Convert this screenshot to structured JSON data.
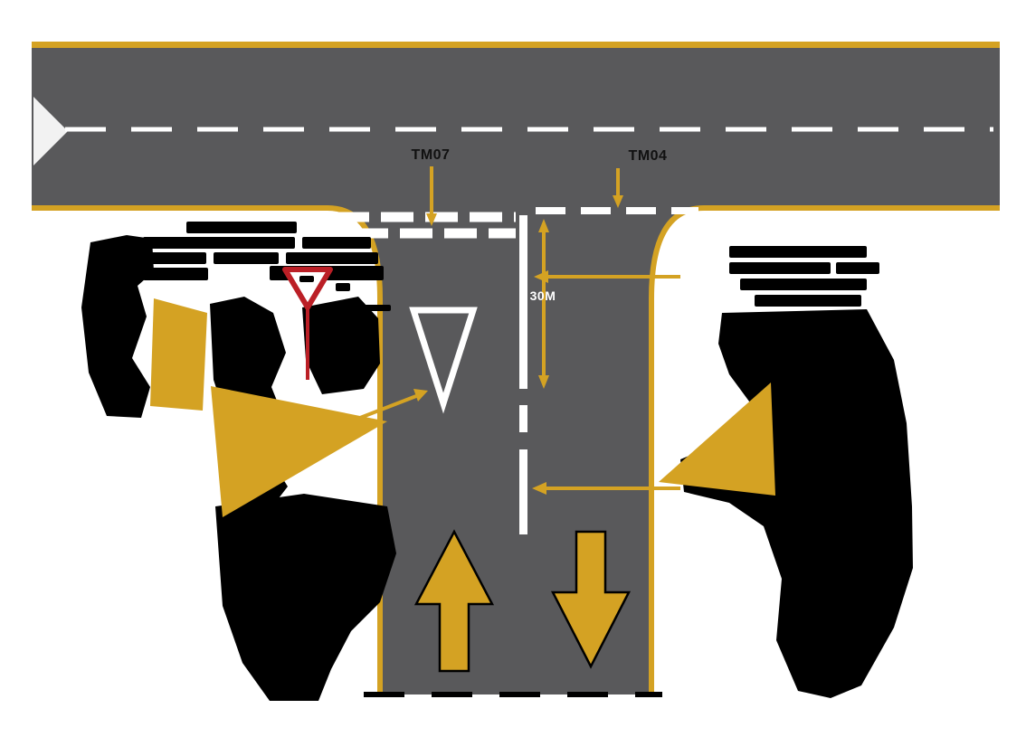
{
  "diagram": {
    "type": "road-markings-diagram",
    "labels": {
      "tm07": "TM07",
      "tm04": "TM04",
      "distance_30m": "30M"
    },
    "colors": {
      "background": "#ffffff",
      "road_gray": "#59595b",
      "edge_line_yellow": "#d4a223",
      "marking_white": "#ffffff",
      "yield_sign_red": "#bb1f26",
      "annotation_black": "#000000"
    },
    "icons": {
      "yield_sign": "yield-sign-icon",
      "give_way_marking": "give-way-triangle-marking-icon",
      "up_arrow": "lane-direction-up-arrow-icon",
      "down_arrow": "lane-direction-down-arrow-icon",
      "road_break": "road-continues-chevron-icon"
    }
  }
}
